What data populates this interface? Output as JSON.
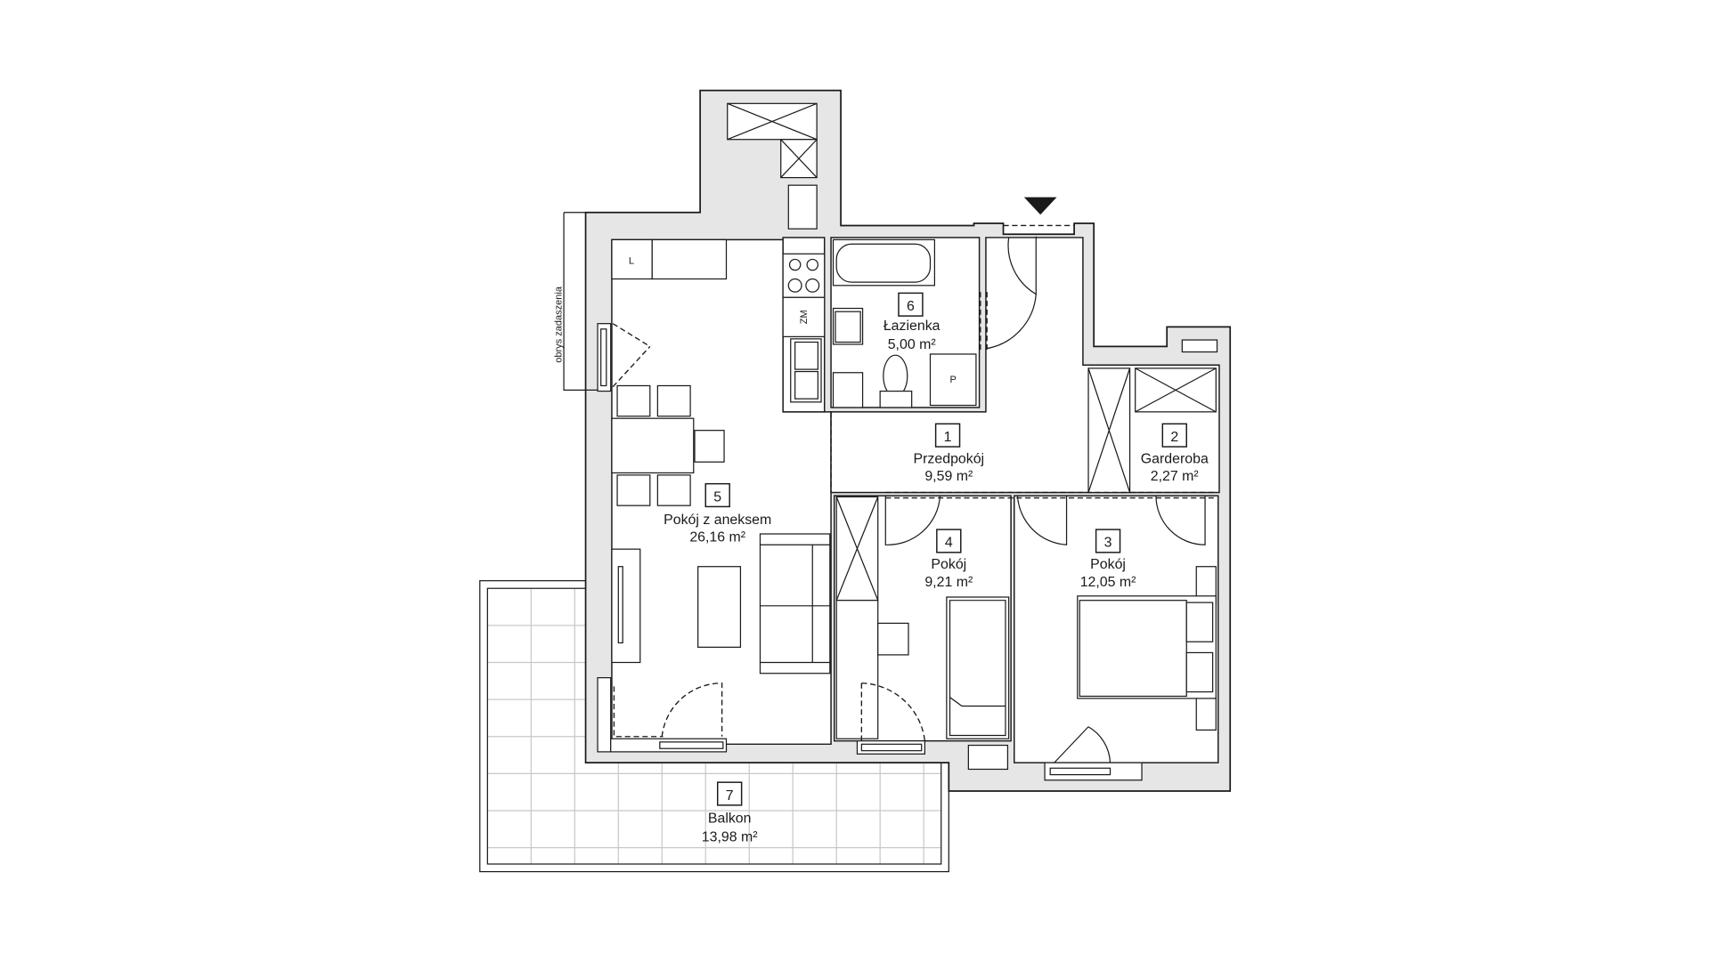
{
  "plan": {
    "roof_outline_label": "obrys zadaszenia",
    "fixture_labels": {
      "fridge": "L",
      "oven": "ZM",
      "washer": "P"
    },
    "rooms": [
      {
        "number": "1",
        "name": "Przedpokój",
        "area": "9,59 m²"
      },
      {
        "number": "2",
        "name": "Garderoba",
        "area": "2,27 m²"
      },
      {
        "number": "3",
        "name": "Pokój",
        "area": "12,05 m²"
      },
      {
        "number": "4",
        "name": "Pokój",
        "area": "9,21 m²"
      },
      {
        "number": "5",
        "name": "Pokój z aneksem",
        "area": "26,16 m²"
      },
      {
        "number": "6",
        "name": "Łazienka",
        "area": "5,00 m²"
      },
      {
        "number": "7",
        "name": "Balkon",
        "area": "13,98 m²"
      }
    ]
  }
}
